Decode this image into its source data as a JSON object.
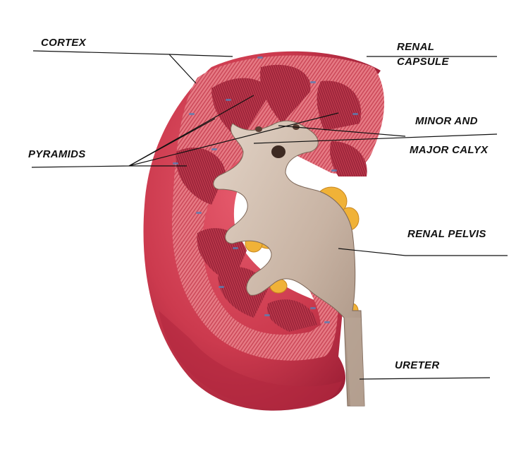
{
  "labels": {
    "cortex": "CORTEX",
    "renal_capsule_line1": "RENAL",
    "renal_capsule_line2": "CAPSULE",
    "minor_and": "MINOR AND",
    "major_calyx": "MAJOR CALYX",
    "pyramids": "PYRAMIDS",
    "renal_pelvis": "RENAL PELVIS",
    "ureter": "URETER"
  },
  "colors": {
    "background": "#ffffff",
    "label_text": "#111111",
    "leader_line": "#111111",
    "kidney_outer": "#cc3a4e",
    "kidney_dark": "#a8213a",
    "cortex": "#e46a76",
    "pyramid": "#b83448",
    "pelvis": "#cdb8a8",
    "fat": "#f0b238"
  }
}
